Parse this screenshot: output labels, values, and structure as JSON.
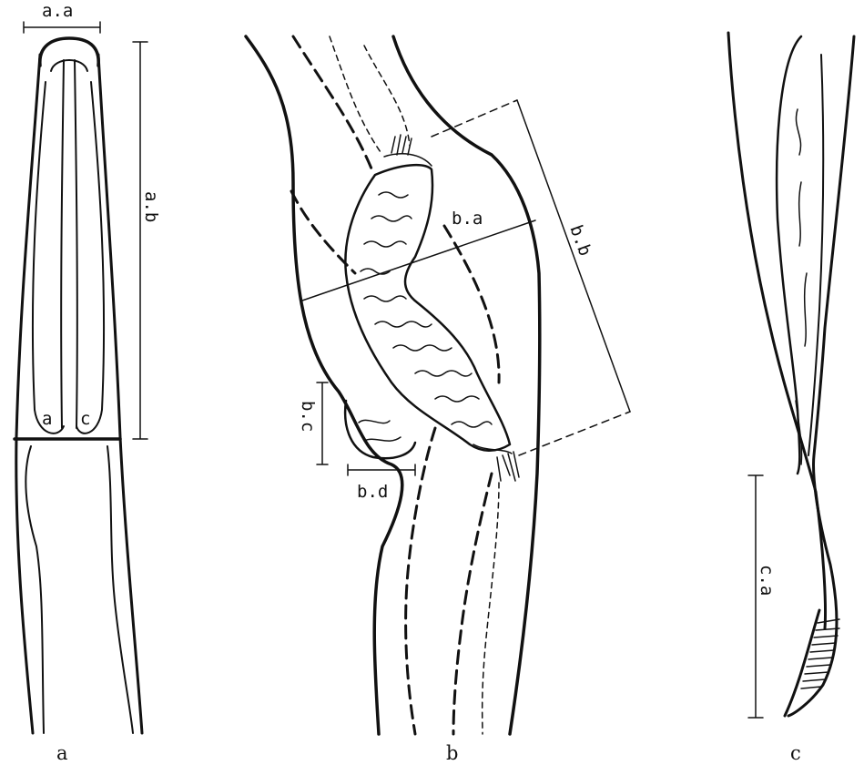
{
  "figure": {
    "panels": [
      {
        "id": "a",
        "label": "a",
        "measures": [
          "a.a",
          "a.b"
        ],
        "inner_labels": [
          "a",
          "c"
        ]
      },
      {
        "id": "b",
        "label": "b",
        "measures": [
          "b.a",
          "b.b",
          "b.c",
          "b.d"
        ]
      },
      {
        "id": "c",
        "label": "c",
        "measures": [
          "c.a"
        ]
      }
    ]
  }
}
